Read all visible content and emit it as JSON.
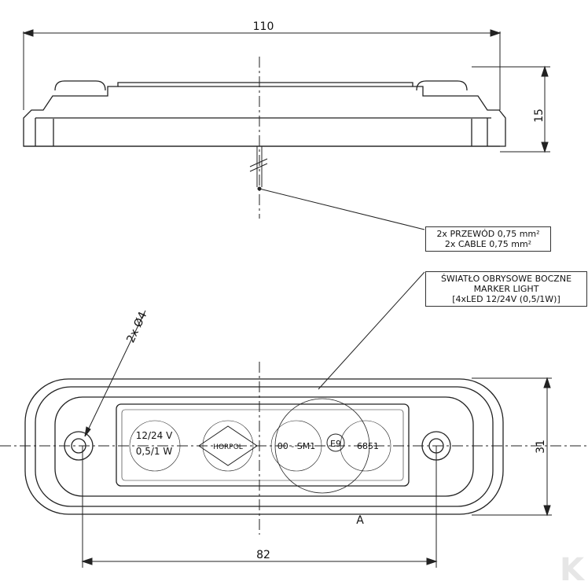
{
  "dimensions": {
    "width": "110",
    "height_side": "15",
    "height_front": "31",
    "hole_spacing": "82",
    "holes": "2x Ø4"
  },
  "notes": {
    "cable": [
      "2x PRZEWÓD 0,75 mm²",
      "2x CABLE 0,75 mm²"
    ],
    "product": [
      "ŚWIATŁO OBRYSOWE BOCZNE",
      "MARKER LIGHT",
      "[4xLED 12/24V (0,5/1W)]"
    ]
  },
  "lens_markings": {
    "voltage": "12/24 V",
    "power": "0,5/1 W",
    "brand": "HORPOL",
    "code": "00 - SM1",
    "approval": "E9",
    "number": "6851"
  },
  "detail_label": "A",
  "watermark": "K"
}
